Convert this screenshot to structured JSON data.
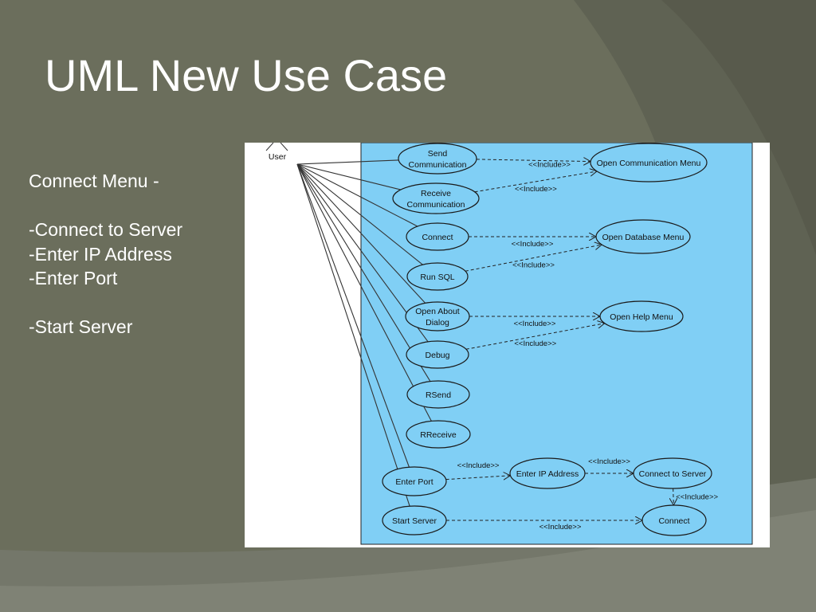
{
  "slide": {
    "title": "UML New Use Case",
    "bullets": [
      "Connect Menu -",
      "",
      "-Connect to Server",
      "-Enter IP Address",
      "-Enter Port",
      "",
      "-Start Server"
    ]
  },
  "diagram": {
    "actor": "User",
    "include_label": "<<Include>>",
    "use_cases": [
      {
        "id": "send",
        "lines": [
          "Send",
          "Communication"
        ]
      },
      {
        "id": "receive",
        "lines": [
          "Receive",
          "Communication"
        ]
      },
      {
        "id": "connect",
        "lines": [
          "Connect"
        ]
      },
      {
        "id": "runsql",
        "lines": [
          "Run SQL"
        ]
      },
      {
        "id": "about",
        "lines": [
          "Open About",
          "Dialog"
        ]
      },
      {
        "id": "debug",
        "lines": [
          "Debug"
        ]
      },
      {
        "id": "rsend",
        "lines": [
          "RSend"
        ]
      },
      {
        "id": "rreceive",
        "lines": [
          "RReceive"
        ]
      },
      {
        "id": "enterport",
        "lines": [
          "Enter Port"
        ]
      },
      {
        "id": "startserver",
        "lines": [
          "Start Server"
        ]
      },
      {
        "id": "opencomm",
        "lines": [
          "Open Communication Menu"
        ]
      },
      {
        "id": "opendb",
        "lines": [
          "Open Database Menu"
        ]
      },
      {
        "id": "openhelp",
        "lines": [
          "Open Help Menu"
        ]
      },
      {
        "id": "enterip",
        "lines": [
          "Enter IP  Address"
        ]
      },
      {
        "id": "connectserver",
        "lines": [
          "Connect to Server"
        ]
      },
      {
        "id": "connect2",
        "lines": [
          "Connect"
        ]
      }
    ],
    "associations": [
      "send",
      "receive",
      "connect",
      "runsql",
      "about",
      "debug",
      "rsend",
      "rreceive",
      "enterport",
      "startserver"
    ],
    "includes": [
      {
        "from": "send",
        "to": "opencomm"
      },
      {
        "from": "receive",
        "to": "opencomm"
      },
      {
        "from": "connect",
        "to": "opendb"
      },
      {
        "from": "runsql",
        "to": "opendb"
      },
      {
        "from": "about",
        "to": "openhelp"
      },
      {
        "from": "debug",
        "to": "openhelp"
      },
      {
        "from": "enterport",
        "to": "enterip"
      },
      {
        "from": "enterip",
        "to": "connectserver"
      },
      {
        "from": "connectserver",
        "to": "connect2"
      },
      {
        "from": "startserver",
        "to": "connect2"
      }
    ],
    "colors": {
      "system_boundary": "#80cff5",
      "background": "#ffffff"
    }
  }
}
